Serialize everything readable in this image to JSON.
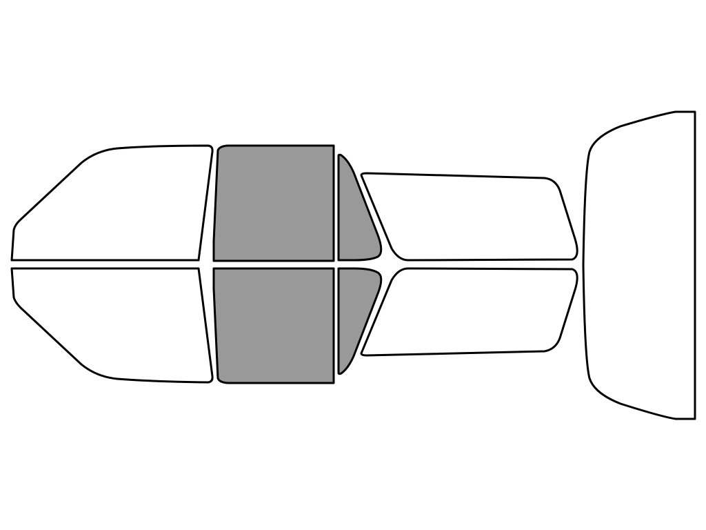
{
  "diagram": {
    "colors": {
      "stroke": "#000000",
      "unselected_fill": "#ffffff",
      "selected_fill": "#999999",
      "background": "#ffffff"
    },
    "windows": [
      {
        "id": "rear-quarter-window-upper",
        "selected": false
      },
      {
        "id": "rear-door-window-upper",
        "selected": true
      },
      {
        "id": "rear-vent-window-upper",
        "selected": true
      },
      {
        "id": "front-door-window-upper",
        "selected": false
      },
      {
        "id": "rear-quarter-window-lower",
        "selected": false
      },
      {
        "id": "rear-door-window-lower",
        "selected": true
      },
      {
        "id": "rear-vent-window-lower",
        "selected": true
      },
      {
        "id": "front-door-window-lower",
        "selected": false
      },
      {
        "id": "rear-windshield",
        "selected": false
      }
    ]
  }
}
